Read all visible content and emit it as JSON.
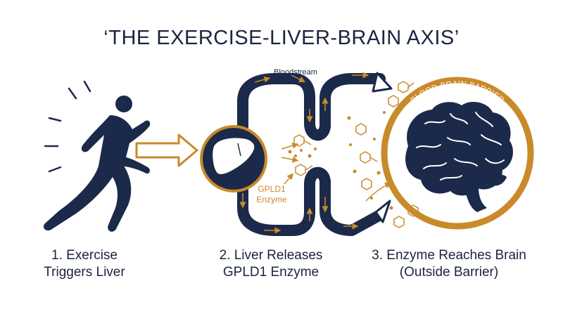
{
  "title": "‘THE EXERCISE-LIVER-BRAIN AXIS’",
  "bloodstream_label": "Bloodstream",
  "enzyme_label": [
    "GPLD1",
    "Enzyme"
  ],
  "barrier_label": "BLOOD-BRAIN BARRIER",
  "steps": [
    {
      "line1": "1. Exercise",
      "line2": "Triggers Liver"
    },
    {
      "line1": "2. Liver Releases",
      "line2": "GPLD1 Enzyme"
    },
    {
      "line1": "3. Enzyme Reaches Brain",
      "line2": "(Outside Barrier)"
    }
  ],
  "colors": {
    "navy": "#1b2a4a",
    "gold": "#c98a2a"
  },
  "icons": [
    "runner-icon",
    "arrow-right-icon",
    "liver-icon",
    "brain-icon",
    "molecule-icon"
  ]
}
